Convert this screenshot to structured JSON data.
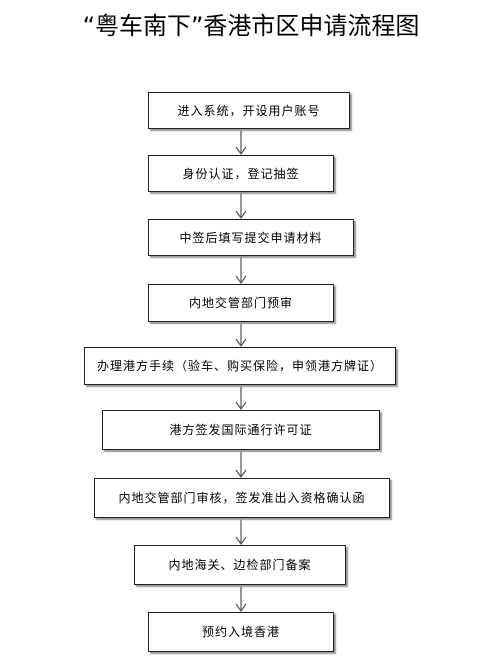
{
  "title": "“粤车南下”香港市区申请流程图",
  "steps": [
    {
      "label": "进入系统，开设用户账号"
    },
    {
      "label": "身份认证，登记抽签"
    },
    {
      "label": "中签后填写提交申请材料"
    },
    {
      "label": "内地交管部门预审"
    },
    {
      "label": "办理港方手续（验车、购买保险，申领港方牌证）"
    },
    {
      "label": "港方签发国际通行许可证"
    },
    {
      "label": "内地交管部门审核，签发准出入资格确认函"
    },
    {
      "label": "内地海关、边检部门备案"
    },
    {
      "label": "预约入境香港"
    }
  ],
  "colors": {
    "border": "#222222",
    "shadow": "#9a9a9a",
    "arrow": "#555555"
  }
}
